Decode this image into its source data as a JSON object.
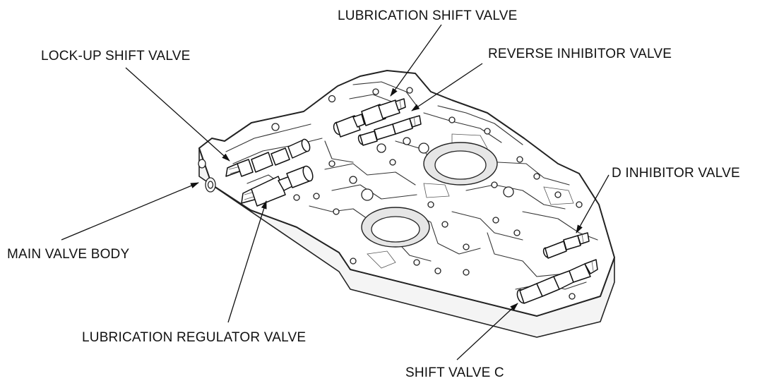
{
  "diagram": {
    "labels": {
      "lubrication_shift_valve": "LUBRICATION SHIFT VALVE",
      "lock_up_shift_valve": "LOCK-UP SHIFT VALVE",
      "reverse_inhibitor_valve": "REVERSE INHIBITOR VALVE",
      "d_inhibitor_valve": "D INHIBITOR VALVE",
      "main_valve_body": "MAIN VALVE BODY",
      "lubrication_regulator_valve": "LUBRICATION REGULATOR VALVE",
      "shift_valve_c": "SHIFT VALVE C"
    }
  }
}
